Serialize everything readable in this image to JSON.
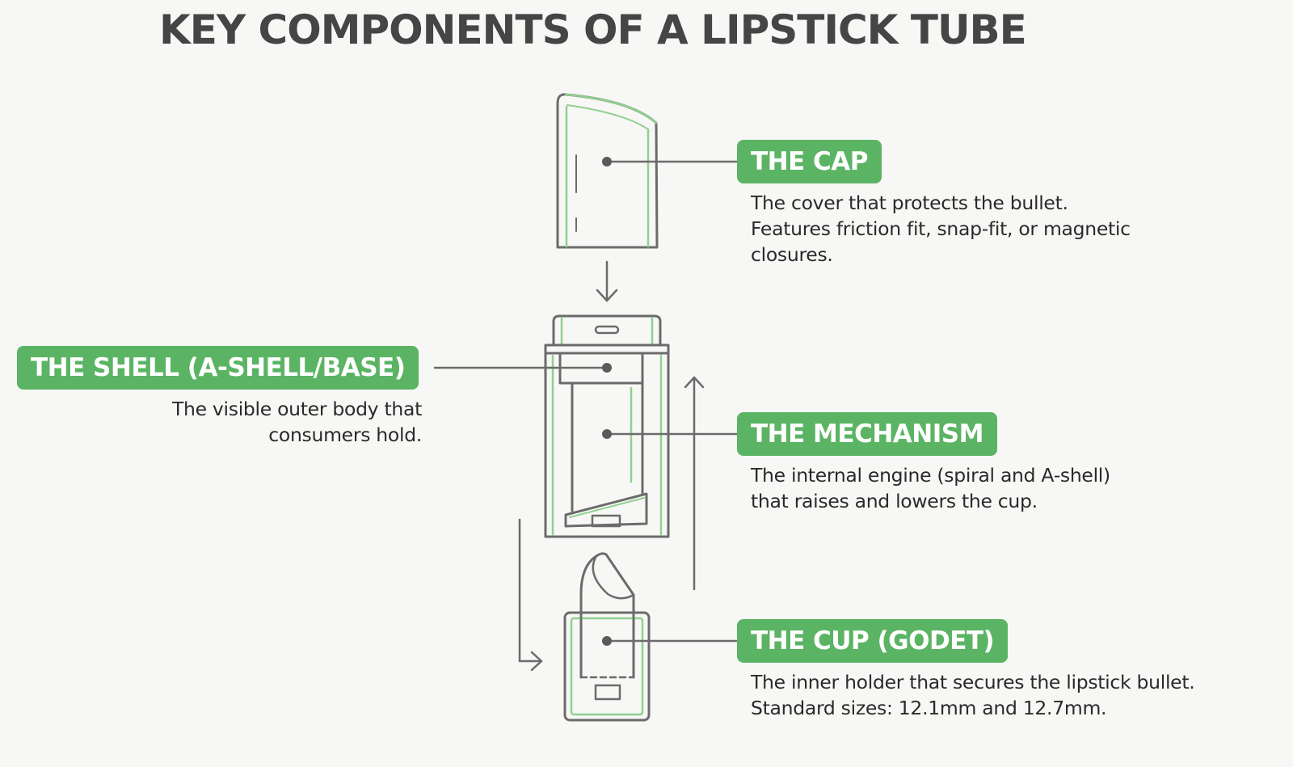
{
  "title": "KEY COMPONENTS OF A LIPSTICK TUBE",
  "colors": {
    "accent": "#5bb464",
    "outline": "#6b6b6b",
    "highlight": "#8fd18f",
    "background": "#f7f7f5"
  },
  "components": {
    "cap": {
      "label": "THE CAP",
      "desc": [
        "The cover that protects the bullet.",
        "Features friction fit, snap-fit, or magnetic",
        "closures."
      ]
    },
    "shell": {
      "label": "THE SHELL (A-SHELL/BASE)",
      "desc": [
        "The visible outer body that",
        "consumers hold."
      ]
    },
    "mechanism": {
      "label": "THE MECHANISM",
      "desc": [
        "The internal engine (spiral and A-shell)",
        "that raises and lowers the cup."
      ]
    },
    "cup": {
      "label": "THE CUP (GODET)",
      "desc": [
        "The inner holder that secures the lipstick bullet.",
        "Standard sizes: 12.1mm and 12.7mm."
      ]
    }
  }
}
